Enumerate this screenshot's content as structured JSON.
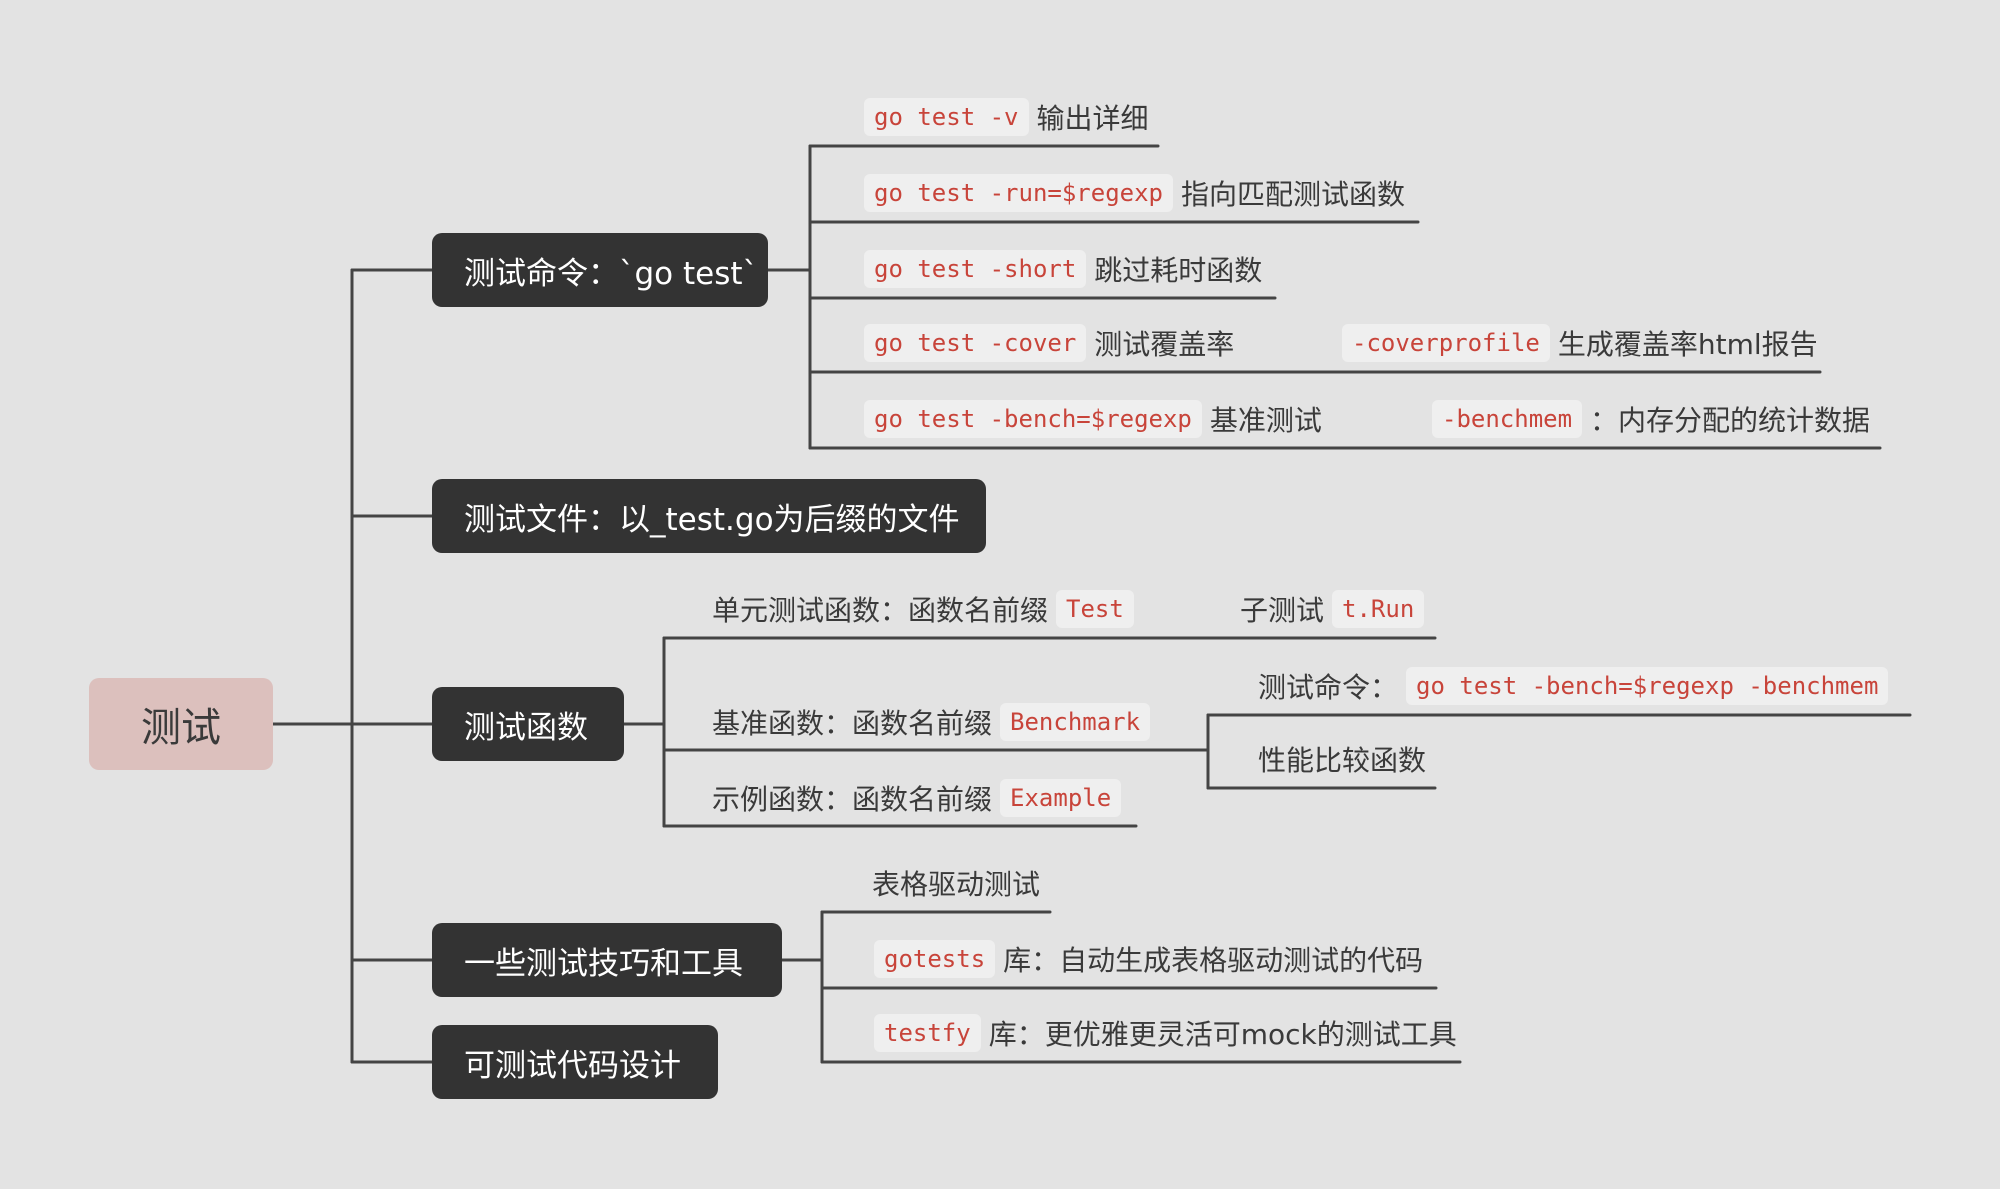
{
  "root": {
    "label": "测试"
  },
  "branches": {
    "cmd": {
      "label": "测试命令：`go test`",
      "items": [
        {
          "code": "go test -v",
          "text": "输出详细"
        },
        {
          "code": "go test -run=$regexp",
          "text": "指向匹配测试函数"
        },
        {
          "code": "go test -short",
          "text": "跳过耗时函数"
        },
        {
          "code": "go test -cover",
          "text": "测试覆盖率",
          "code2": "-coverprofile",
          "text2": "生成覆盖率html报告"
        },
        {
          "code": "go test -bench=$regexp",
          "text": "基准测试",
          "code2": "-benchmem",
          "text2": "：内存分配的统计数据"
        }
      ]
    },
    "file": {
      "label": "测试文件：以_test.go为后缀的文件"
    },
    "func": {
      "label": "测试函数",
      "unit": {
        "text": "单元测试函数：函数名前缀",
        "code": "Test",
        "sub_text": "子测试",
        "sub_code": "t.Run"
      },
      "bench": {
        "text": "基准函数：函数名前缀",
        "code": "Benchmark",
        "cmd_text": "测试命令：",
        "cmd_code": "go test -bench=$regexp -benchmem",
        "compare": "性能比较函数"
      },
      "example": {
        "text": "示例函数：函数名前缀",
        "code": "Example"
      }
    },
    "tips": {
      "label": "一些测试技巧和工具",
      "items": [
        {
          "text": "表格驱动测试"
        },
        {
          "code": "gotests",
          "text": "库：自动生成表格驱动测试的代码"
        },
        {
          "code": "testfy",
          "text": "库：更优雅更灵活可mock的测试工具"
        }
      ]
    },
    "design": {
      "label": "可测试代码设计"
    }
  },
  "colors": {
    "background": "#e3e3e3",
    "root": "#dcc0bd",
    "node": "#333333",
    "code": "#c8443a",
    "line": "#444444"
  }
}
